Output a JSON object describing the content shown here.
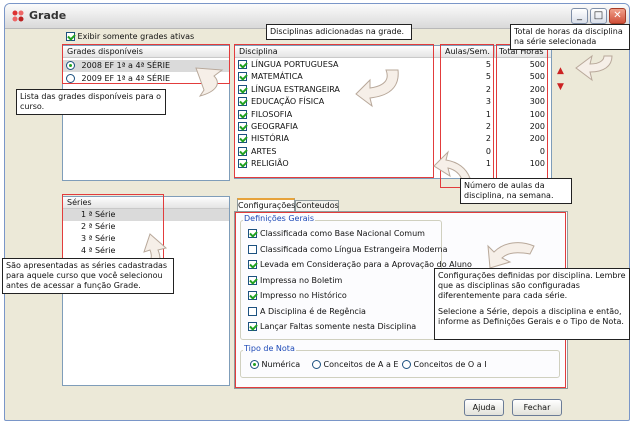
{
  "window": {
    "title": "Grade"
  },
  "filter": {
    "label": "Exibir somente grades ativas",
    "checked": true
  },
  "grades": {
    "header": "Grades disponíveis",
    "items": [
      {
        "label": "2008 EF 1ª a 4ª SÉRIE",
        "selected": true
      },
      {
        "label": "2009 EF 1ª a 4ª SÉRIE",
        "selected": false
      }
    ]
  },
  "disciplinas": {
    "col_disciplina": "Disciplina",
    "col_aulas": "Aulas/Sem.",
    "col_total": "Total Horas",
    "rows": [
      {
        "name": "LÍNGUA PORTUGUESA",
        "aulas": "5",
        "total": "500"
      },
      {
        "name": "MATEMÁTICA",
        "aulas": "5",
        "total": "500"
      },
      {
        "name": "LÍNGUA ESTRANGEIRA",
        "aulas": "2",
        "total": "200"
      },
      {
        "name": "EDUCAÇÃO FÍSICA",
        "aulas": "3",
        "total": "300"
      },
      {
        "name": "FILOSOFIA",
        "aulas": "1",
        "total": "100"
      },
      {
        "name": "GEOGRAFIA",
        "aulas": "2",
        "total": "200"
      },
      {
        "name": "HISTÓRIA",
        "aulas": "2",
        "total": "200"
      },
      {
        "name": "ARTES",
        "aulas": "0",
        "total": "0"
      },
      {
        "name": "RELIGIÃO",
        "aulas": "1",
        "total": "100"
      }
    ]
  },
  "series": {
    "header": "Séries",
    "items": [
      "1 ª Série",
      "2 ª Série",
      "3 ª Série",
      "4 ª Série"
    ]
  },
  "tabs": [
    "Configurações",
    "Conteudos"
  ],
  "definicoes": {
    "title": "Definições Gerais",
    "options": [
      {
        "label": "Classificada como Base Nacional Comum",
        "checked": true
      },
      {
        "label": "Classificada como Língua Estrangeira Moderna",
        "checked": false
      },
      {
        "label": "Levada em Consideração para a Aprovação do Aluno",
        "checked": true
      },
      {
        "label": "Impressa no Boletim",
        "checked": true
      },
      {
        "label": "Impresso no Histórico",
        "checked": true
      },
      {
        "label": "A Disciplina é de Regência",
        "checked": false
      },
      {
        "label": "Lançar Faltas somente nesta Disciplina",
        "checked": true
      }
    ]
  },
  "tipo_nota": {
    "title": "Tipo de Nota",
    "options": [
      "Numérica",
      "Conceitos de A a E",
      "Conceitos de O a I"
    ],
    "selected": "Numérica"
  },
  "buttons": {
    "help": "Ajuda",
    "close": "Fechar"
  },
  "callouts": {
    "disciplinas": "Disciplinas adicionadas na grade.",
    "total_horas": "Total de horas da disciplina na série selecionada",
    "grades": "Lista das grades disponíveis para o curso.",
    "aulas": "Número de aulas da disciplina, na semana.",
    "series": "São apresentadas as séries cadastradas para aquele curso que você selecionou antes de acessar a função Grade.",
    "config_1": "Configurações definidas por disciplina. Lembre que as disciplinas são configuradas diferentemente para cada série.",
    "config_2": "Selecione a Série, depois a disciplina e então, informe as Definições Gerais e o Tipo de Nota."
  },
  "colors": {
    "highlight_border": "#e23c3c",
    "check": "#21a121",
    "window_bg": "#ece9d8"
  }
}
